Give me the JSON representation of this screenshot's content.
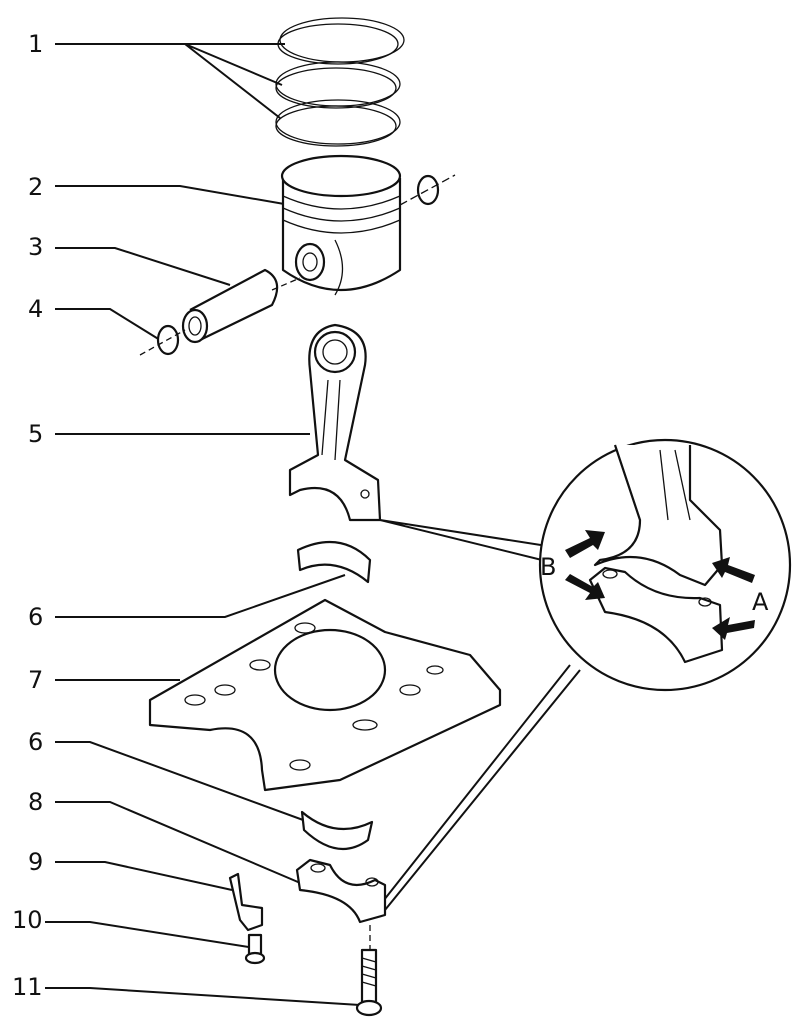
{
  "diagram": {
    "callouts": [
      {
        "id": "1"
      },
      {
        "id": "2"
      },
      {
        "id": "3"
      },
      {
        "id": "4"
      },
      {
        "id": "5"
      },
      {
        "id": "6"
      },
      {
        "id": "7"
      },
      {
        "id": "6"
      },
      {
        "id": "8"
      },
      {
        "id": "9"
      },
      {
        "id": "10"
      },
      {
        "id": "11"
      }
    ],
    "detail_labels": {
      "a": "A",
      "b": "B"
    }
  }
}
